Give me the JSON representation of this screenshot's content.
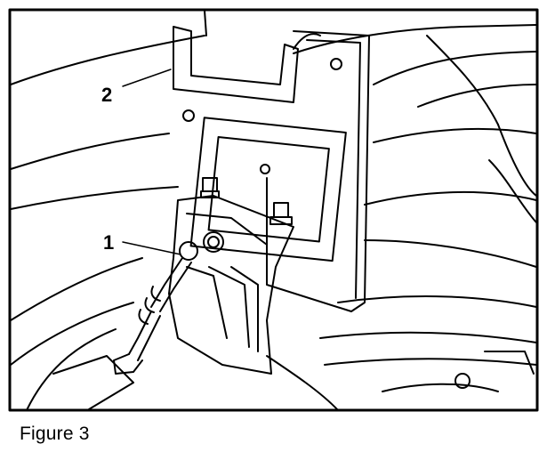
{
  "figure": {
    "caption": "Figure 3",
    "callouts": [
      {
        "label": "1"
      },
      {
        "label": "2"
      }
    ]
  }
}
